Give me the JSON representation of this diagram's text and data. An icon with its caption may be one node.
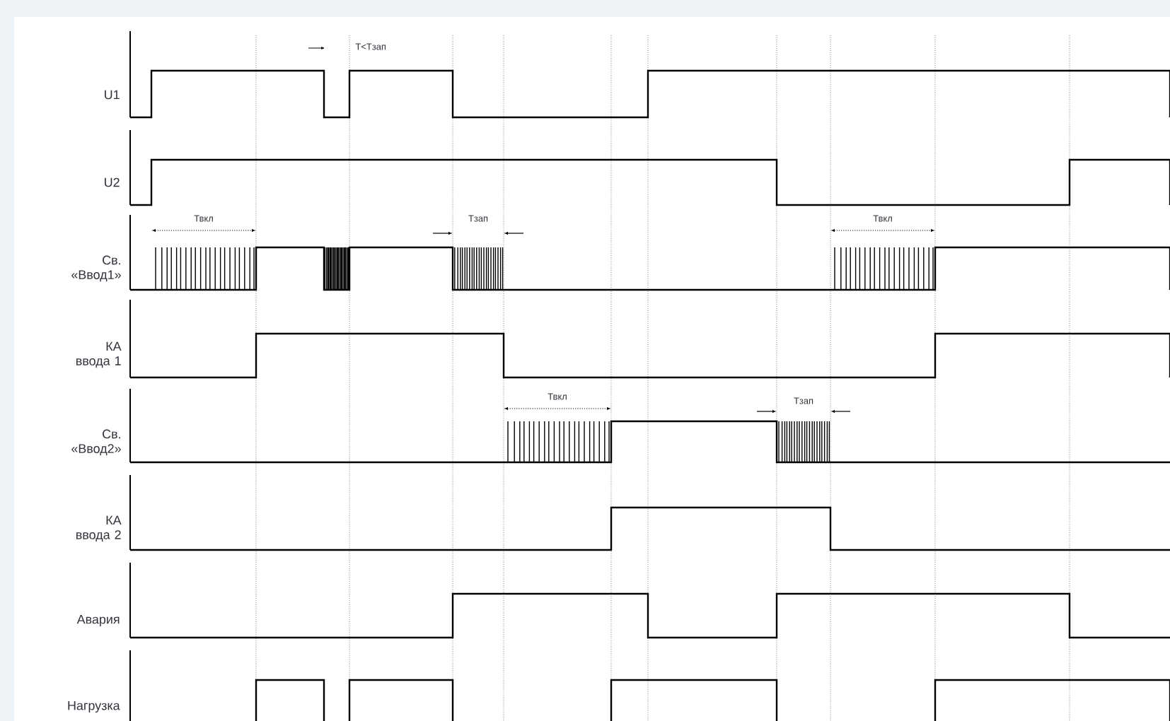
{
  "diagram": {
    "labels": [
      "T<Тзап",
      "U1",
      "U2",
      "Твкл",
      "Тзап",
      "Твкл",
      "Св. «Ввод1»",
      "КА ввода 1",
      "Твкл",
      "Тзап",
      "Св. «Ввод2»",
      "КА ввода 2",
      "Авария",
      "Нагрузка"
    ]
  }
}
